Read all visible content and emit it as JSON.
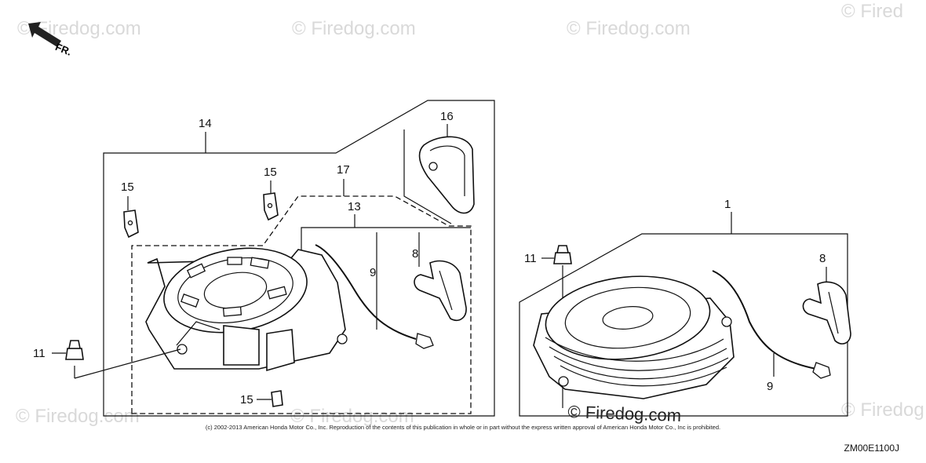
{
  "watermarks": [
    "© Firedog.com",
    "© Firedog.com",
    "© Firedog.com",
    "© Fired",
    "© Firedog.com",
    "© Firedog.com",
    "© Firedog"
  ],
  "orientation_label": "FR.",
  "part_labels": {
    "l14": "14",
    "l16": "16",
    "l15a": "15",
    "l15b": "15",
    "l17": "17",
    "l13": "13",
    "l8a": "8",
    "l9a": "9",
    "l11a": "11",
    "l15c": "15",
    "l1": "1",
    "l11b": "11",
    "l8b": "8",
    "l9b": "9"
  },
  "stamp": "© Firedog.com",
  "copyright": "(c) 2002-2013 American Honda Motor Co., Inc. Reproduction of the contents of this publication in whole or in part without the express written approval of American Honda Motor Co., Inc is prohibited.",
  "diagram_code": "ZM00E1100J"
}
